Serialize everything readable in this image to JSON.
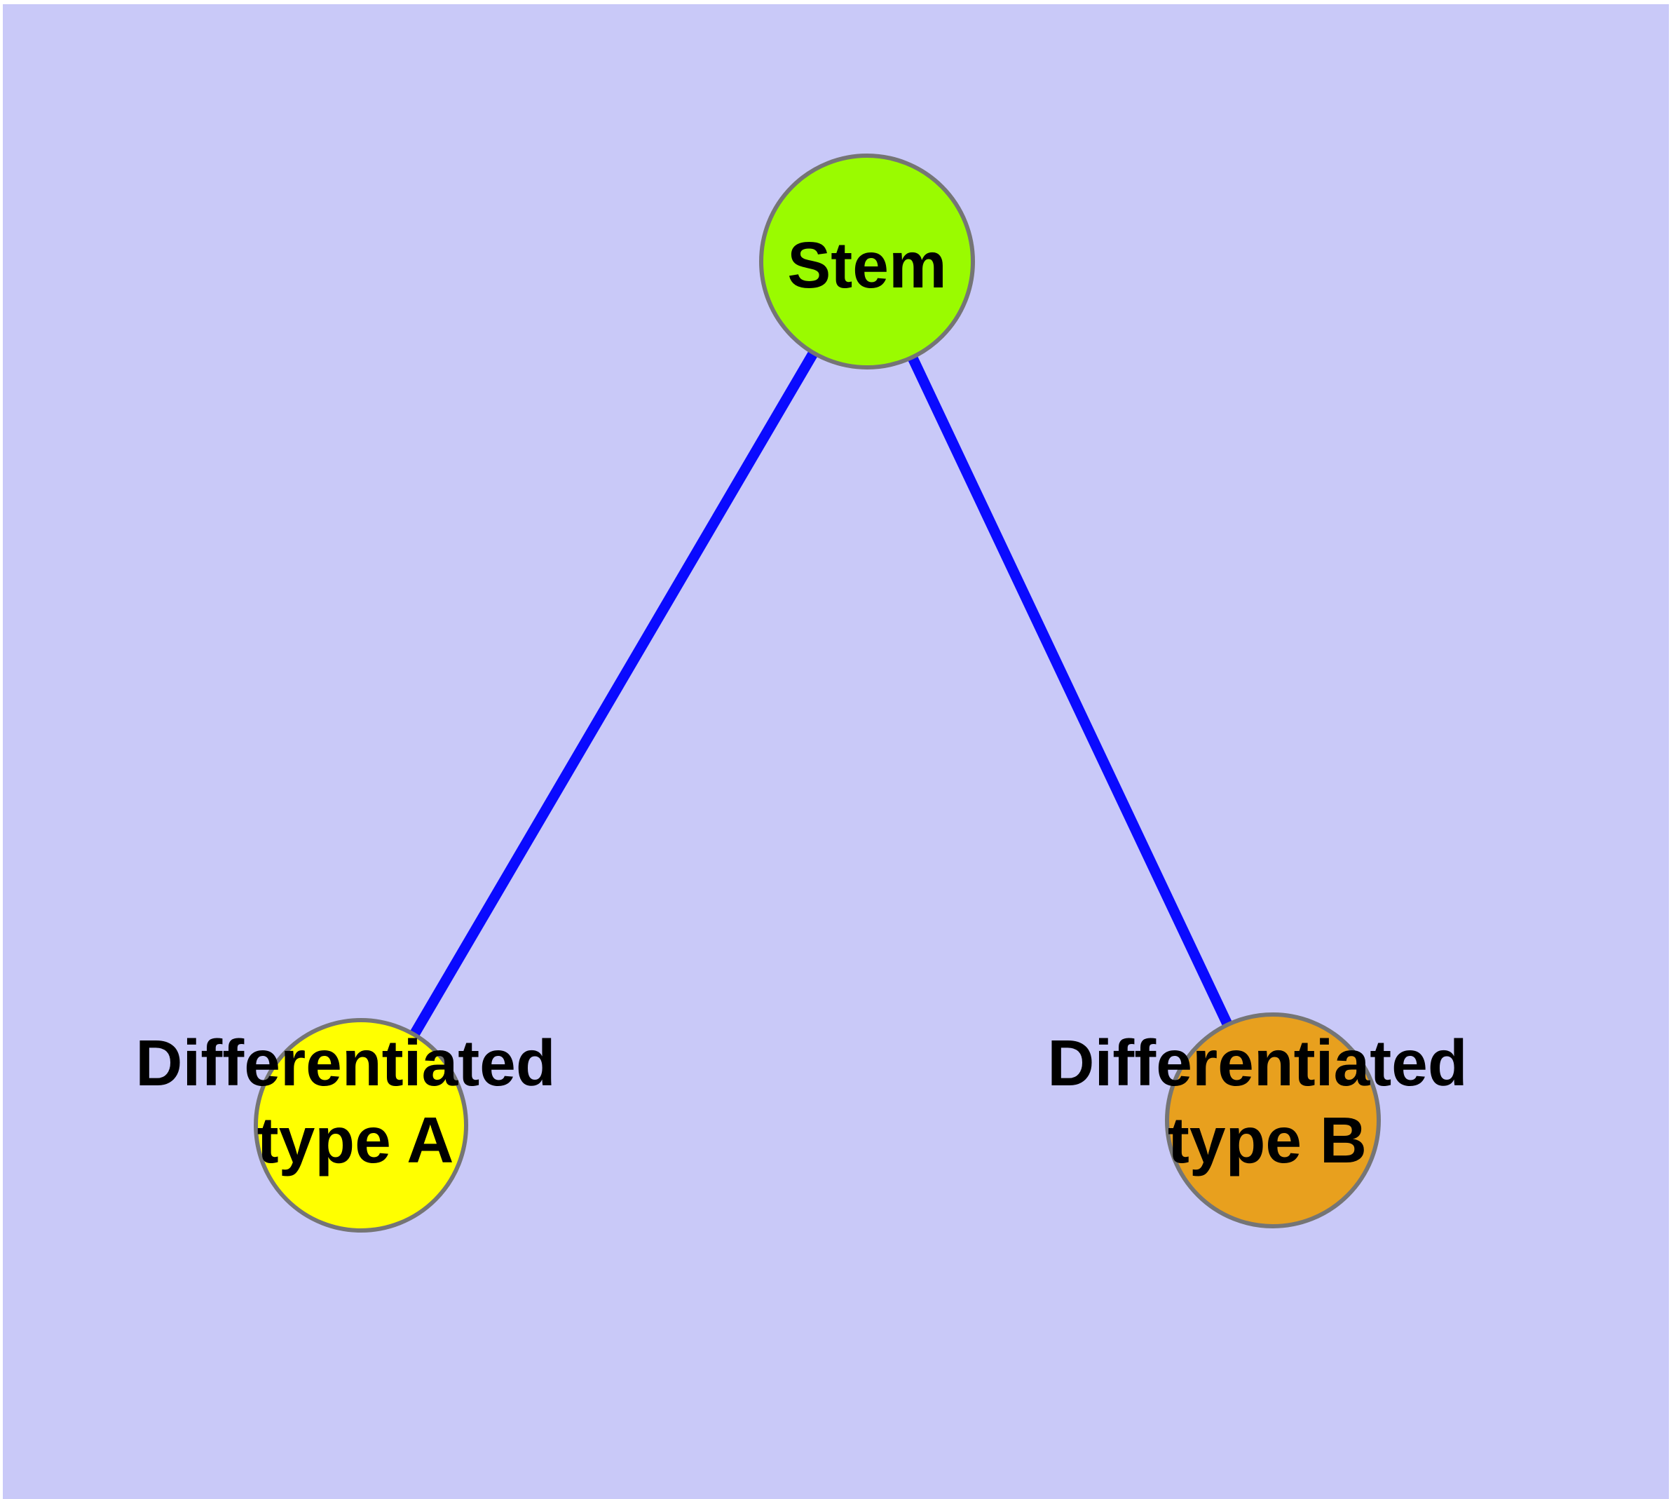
{
  "diagram": {
    "type": "graph",
    "background_color": "#c9c9f8",
    "edge_color": "#0a0aff",
    "node_border_color": "#757575",
    "label_color": "#000000",
    "nodes": {
      "stem": {
        "label": "Stem",
        "fill_color": "#9afb00"
      },
      "type_a": {
        "label_line1": "Differentiated",
        "label_line2": "type A",
        "fill_color": "#ffff00"
      },
      "type_b": {
        "label_line1": "Differentiated",
        "label_line2": "type B",
        "fill_color": "#e8a01e"
      }
    },
    "edges": [
      {
        "from": "Stem",
        "to": "Differentiated type A"
      },
      {
        "from": "Stem",
        "to": "Differentiated type B"
      }
    ]
  }
}
